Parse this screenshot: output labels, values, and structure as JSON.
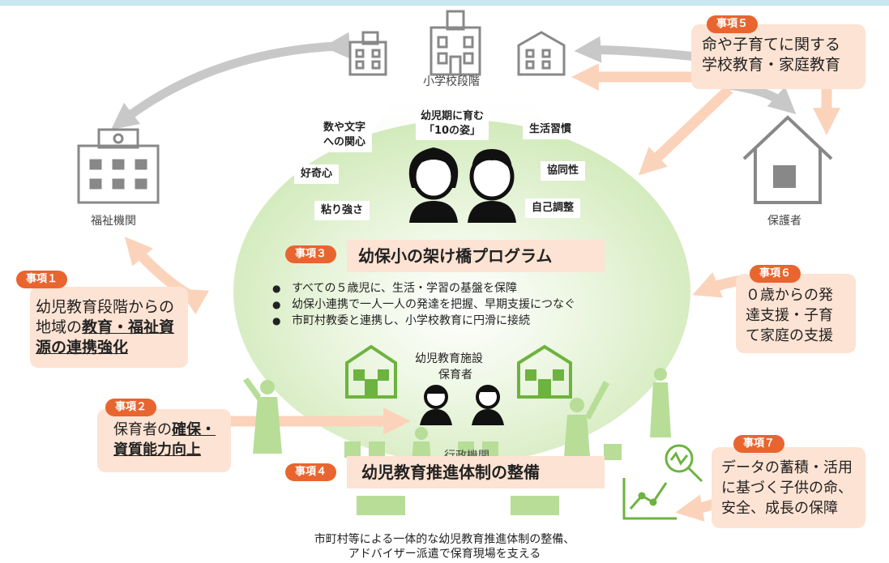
{
  "stage_labels": {
    "school": "小学校段階",
    "welfare": "福祉機関",
    "guardian": "保護者",
    "facility": "幼児教育施設",
    "childcare_worker": "保育者",
    "admin": "行政機関"
  },
  "ten_figures_title_line1": "幼児期に育む",
  "ten_figures_title_line2": "「10の姿」",
  "traits": {
    "numbers_line1": "数や文字",
    "numbers_line2": "への関心",
    "habits": "生活習慣",
    "curiosity": "好奇心",
    "cooperation": "協同性",
    "perseverance": "粘り強さ",
    "self_regulation": "自己調整"
  },
  "item1": {
    "tag": "事項１",
    "line1": "幼児教育段階からの",
    "line2_plain": "地域の",
    "line2_bold": "教育・福祉資",
    "line3_bold": "源の連携強化"
  },
  "item2": {
    "tag": "事項２",
    "line1_plain": "保育者の",
    "line1_bold": "確保・",
    "line2_bold": "資質能力向上"
  },
  "item3": {
    "tag": "事項３",
    "title": "幼保小の架け橋プログラム",
    "bullets": [
      "すべての５歳児に、生活・学習の基盤を保障",
      "幼保小連携で一人一人の発達を把握、早期支援につなぐ",
      "市町村教委と連携し、小学校教育に円滑に接続"
    ]
  },
  "item4": {
    "tag": "事項４",
    "title": "幼児教育推進体制の整備"
  },
  "item5": {
    "tag": "事項５",
    "line1": "命や子育てに関する",
    "line2": "学校教育・家庭教育"
  },
  "item6": {
    "tag": "事項６",
    "line1": "０歳からの発",
    "line2": "達支援・子育",
    "line3": "て家庭の支援"
  },
  "item7": {
    "tag": "事項７",
    "line1": "データの蓄積・活用",
    "line2": "に基づく子供の命、",
    "line3": "安全、成長の保障"
  },
  "footer": {
    "line1": "市町村等による一体的な幼児教育推進体制の整備、",
    "line2": "アドバイザー派遣で保育現場を支える"
  },
  "colors": {
    "accent_orange": "#e8652f",
    "box_peach": "#fde3d3",
    "green_dark": "#6db33f",
    "green_light": "#dcefc9",
    "gray_icon": "#888888",
    "arrow_gray": "#c8c8c8",
    "top_bar": "#c9e7f2"
  },
  "icons": [
    "school-building-icon",
    "welfare-building-icon",
    "house-icon",
    "girl-child-icon",
    "boy-child-icon",
    "nursery-building-icon",
    "teacher-icon",
    "magnifier-chart-icon",
    "line-chart-icon",
    "city-people-icon"
  ]
}
